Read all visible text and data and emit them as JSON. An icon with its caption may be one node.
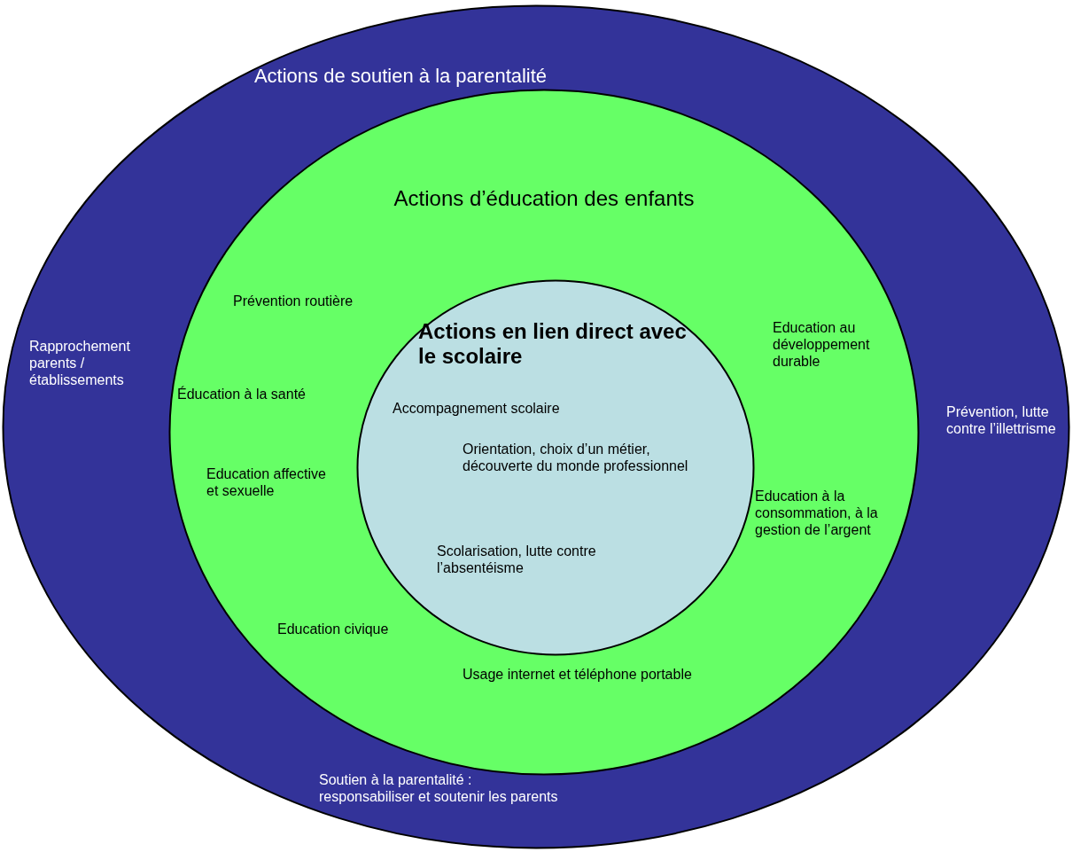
{
  "diagram": {
    "nodes": [
      {
        "text": [
          "Actions de soutien à la parentalité"
        ]
      },
      {
        "text": [
          "Actions d’éducation des enfants"
        ],
        "in": 0
      },
      {
        "text": [
          "Actions en lien direct avec le scolaire"
        ],
        "in": 1
      }
    ],
    "labels": [
      "Prévention routière",
      "Rapprochement parents / établissements",
      "Education au développement durable",
      "Éducation à la santé",
      "Accompagnement scolaire",
      "Prévention, lutte contre l’illettrisme",
      "Orientation, choix d’un métier, découverte du monde professionnel",
      "Education affective et sexuelle",
      "Education à la consommation, à la gestion de l’argent",
      "Scolarisation, lutte contre l’absentéisme",
      "Education civique",
      "Usage internet et téléphone portable",
      "Soutien à la parentalité : responsabiliser et soutenir les parents"
    ]
  }
}
